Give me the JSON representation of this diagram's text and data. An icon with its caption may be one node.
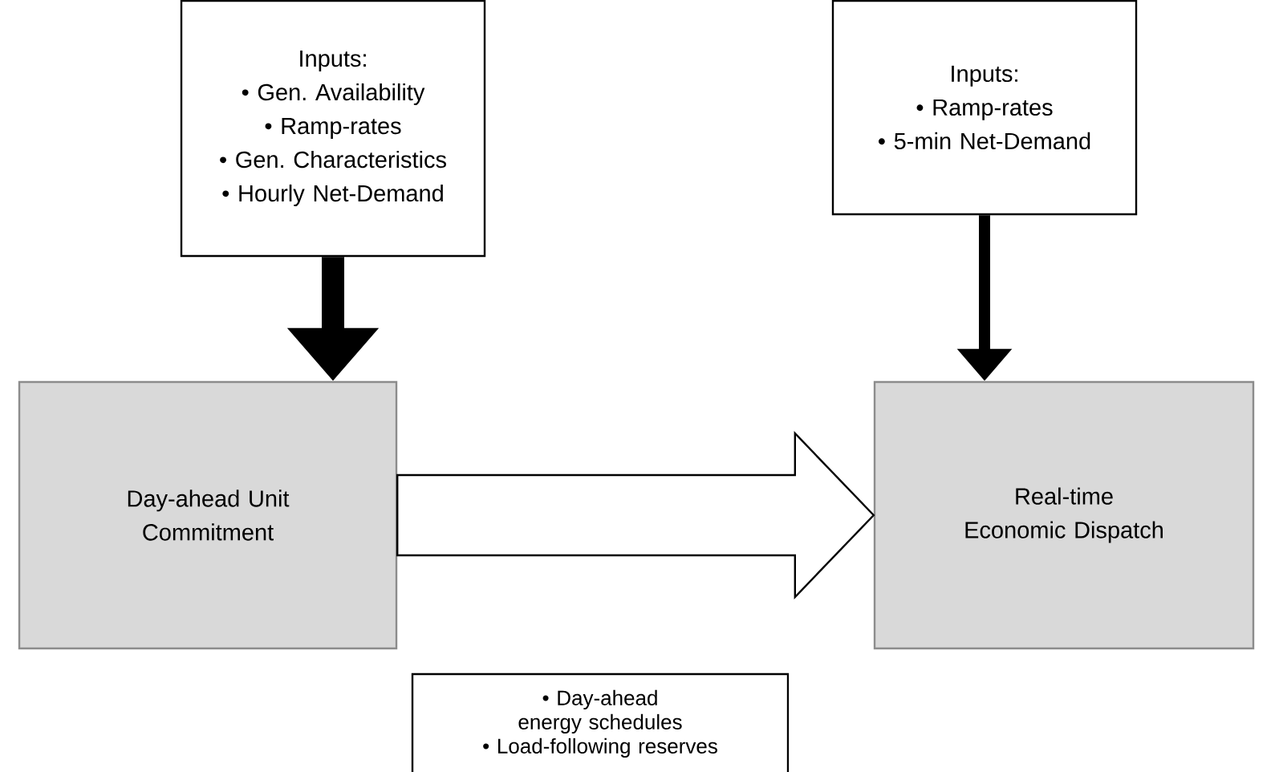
{
  "diagram": {
    "nodes": [
      {
        "text": [
          "Inputs:",
          "• Gen. Availability",
          "• Ramp-rates",
          "• Gen. Characteristics",
          "• Hourly Net-Demand"
        ]
      },
      {
        "text": [
          "Inputs:",
          "• Ramp-rates",
          "• 5-min Net-Demand"
        ]
      },
      {
        "text": [
          "Day-ahead Unit Commitment"
        ]
      },
      {
        "text": [
          "Real-time Economic Dispatch"
        ]
      },
      {
        "text": [
          "• Day-ahead energy schedules",
          "• Load-following reserves"
        ]
      }
    ],
    "edges": [
      {
        "from": 0,
        "to": 2,
        "arrow": "to",
        "style": "thick"
      },
      {
        "from": 1,
        "to": 3,
        "arrow": "to"
      },
      {
        "from": 2,
        "to": 3,
        "arrow": "to",
        "style": "thick"
      }
    ]
  }
}
